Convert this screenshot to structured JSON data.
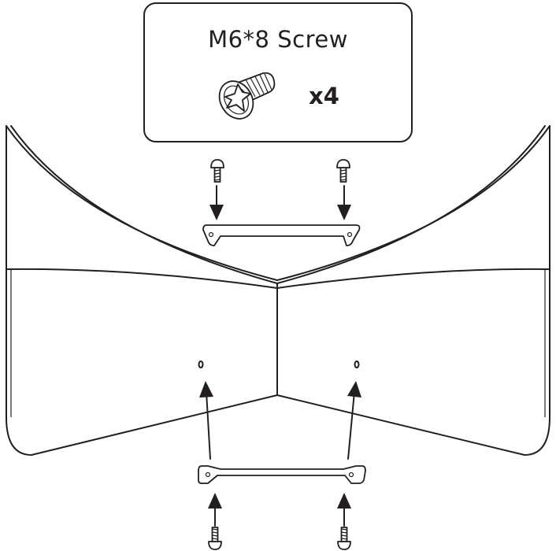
{
  "callout": {
    "title": "M6*8 Screw",
    "quantity": "x4"
  },
  "colors": {
    "ink": "#231f20",
    "background": "#ffffff"
  },
  "icons": {
    "callout": "screw-icon",
    "parts": [
      "screw-icon",
      "arrow-icon",
      "bracket-icon",
      "mounting-hole"
    ]
  }
}
